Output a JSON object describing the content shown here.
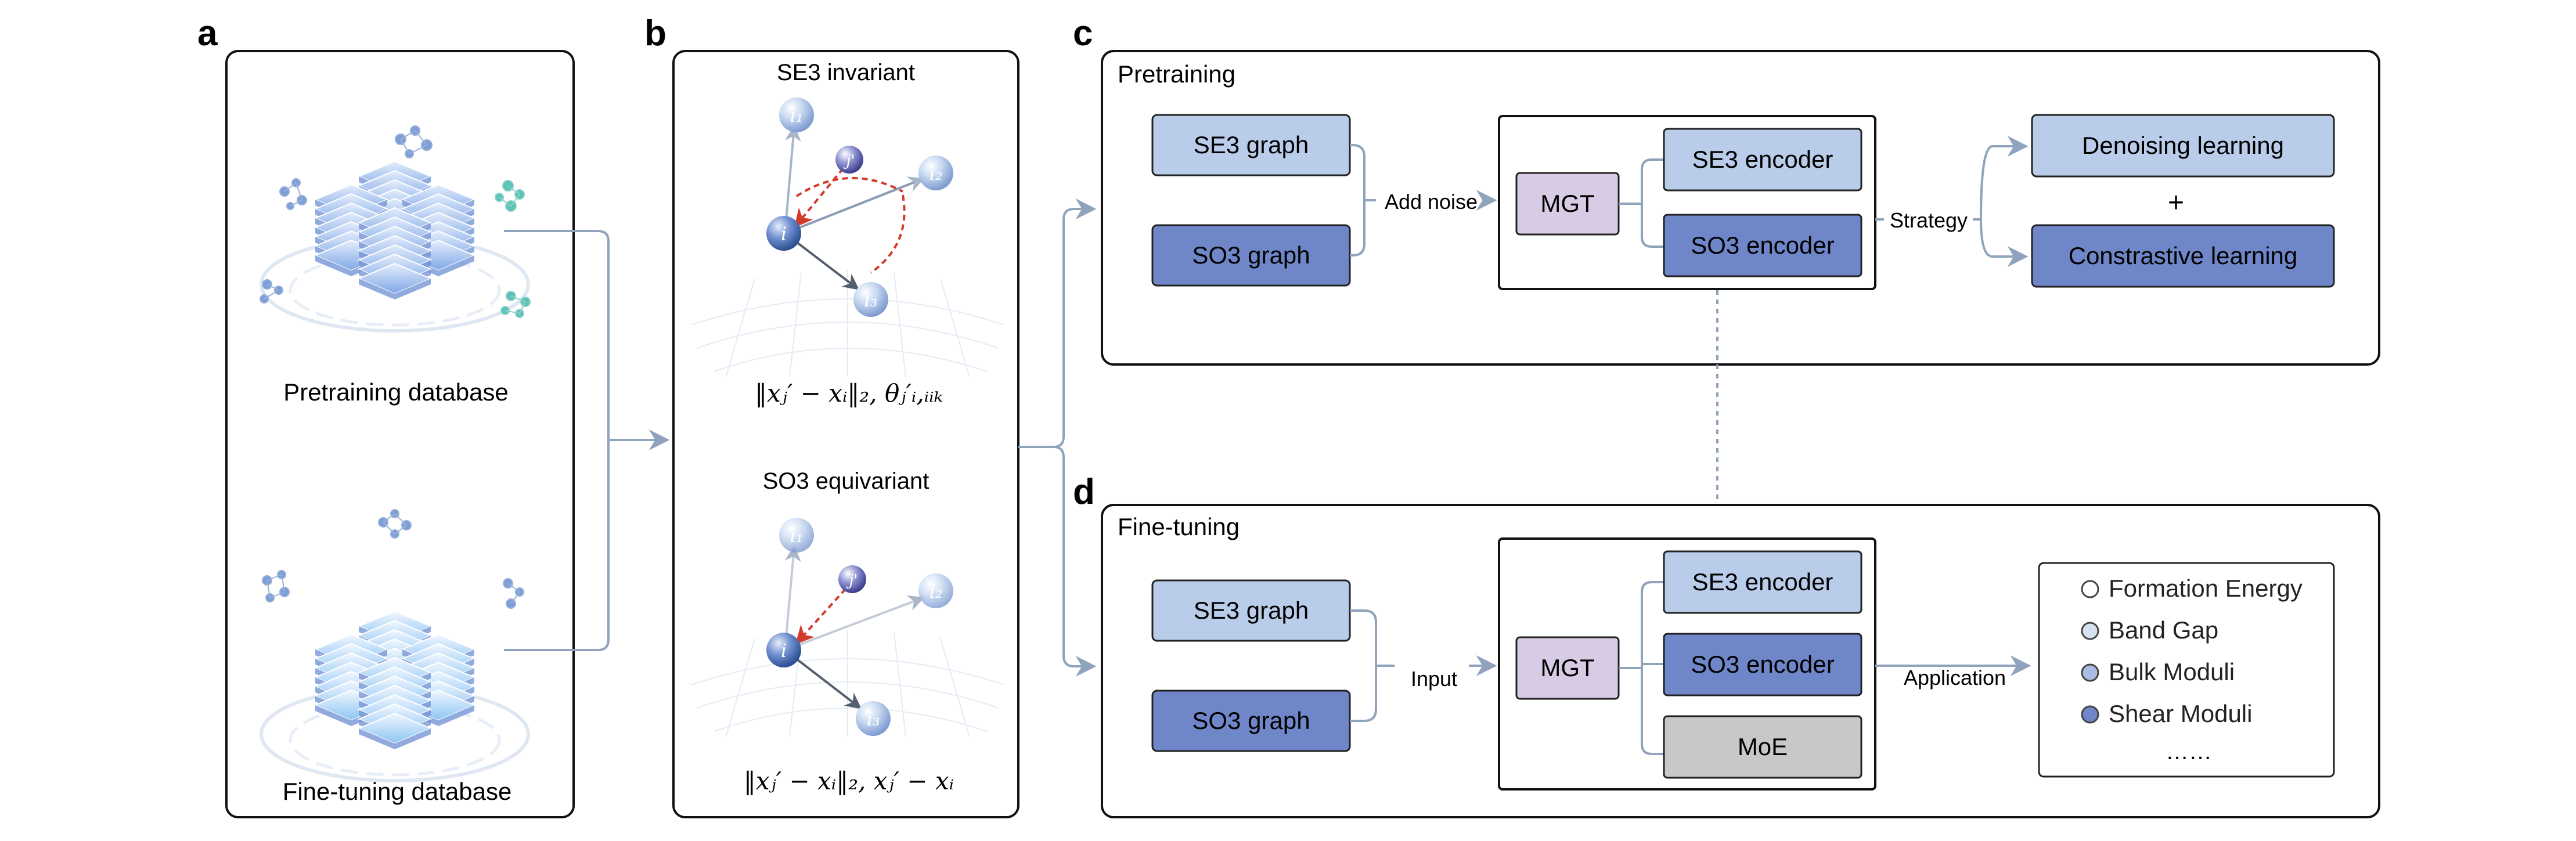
{
  "colors": {
    "light_blue": "#b9cdea",
    "dark_blue": "#6f86c8",
    "lilac": "#d8cbe6",
    "grey": "#c8c8c8",
    "arrow": "#8fa3bc",
    "frame": "#111111",
    "noise_red": "#d23a2a"
  },
  "panel_labels": {
    "a": "a",
    "b": "b",
    "c": "c",
    "d": "d"
  },
  "panel_a": {
    "pretrain_label": "Pretraining database",
    "finetune_label": "Fine-tuning database"
  },
  "panel_b": {
    "se3_title": "SE3 invariant",
    "so3_title": "SO3 equivariant",
    "node_i": "i",
    "node_j": "j'",
    "node_i1": "i₁",
    "node_i2": "i₂",
    "node_i3": "i₃",
    "se3_formula": "‖xⱼ′ − xᵢ‖₂, θⱼ′ᵢ,ᵢᵢₖ",
    "so3_formula": "‖xⱼ′ − xᵢ‖₂, xⱼ′ − xᵢ"
  },
  "panel_c": {
    "title": "Pretraining",
    "se3_graph": "SE3 graph",
    "so3_graph": "SO3 graph",
    "add_noise": "Add noise",
    "mgt": "MGT",
    "se3_encoder": "SE3 encoder",
    "so3_encoder": "SO3 encoder",
    "strategy": "Strategy",
    "denoising": "Denoising learning",
    "plus": "+",
    "contrastive": "Constrastive learning"
  },
  "panel_d": {
    "title": "Fine-tuning",
    "se3_graph": "SE3 graph",
    "so3_graph": "SO3 graph",
    "input": "Input",
    "mgt": "MGT",
    "se3_encoder": "SE3 encoder",
    "so3_encoder": "SO3 encoder",
    "moe": "MoE",
    "application": "Application",
    "properties": [
      "Formation Energy",
      "Band Gap",
      "Bulk Moduli",
      "Shear Moduli"
    ],
    "property_colors": [
      "#ffffff",
      "#d6e1f2",
      "#a9bde4",
      "#6f86c8"
    ],
    "ellipsis": "……"
  }
}
